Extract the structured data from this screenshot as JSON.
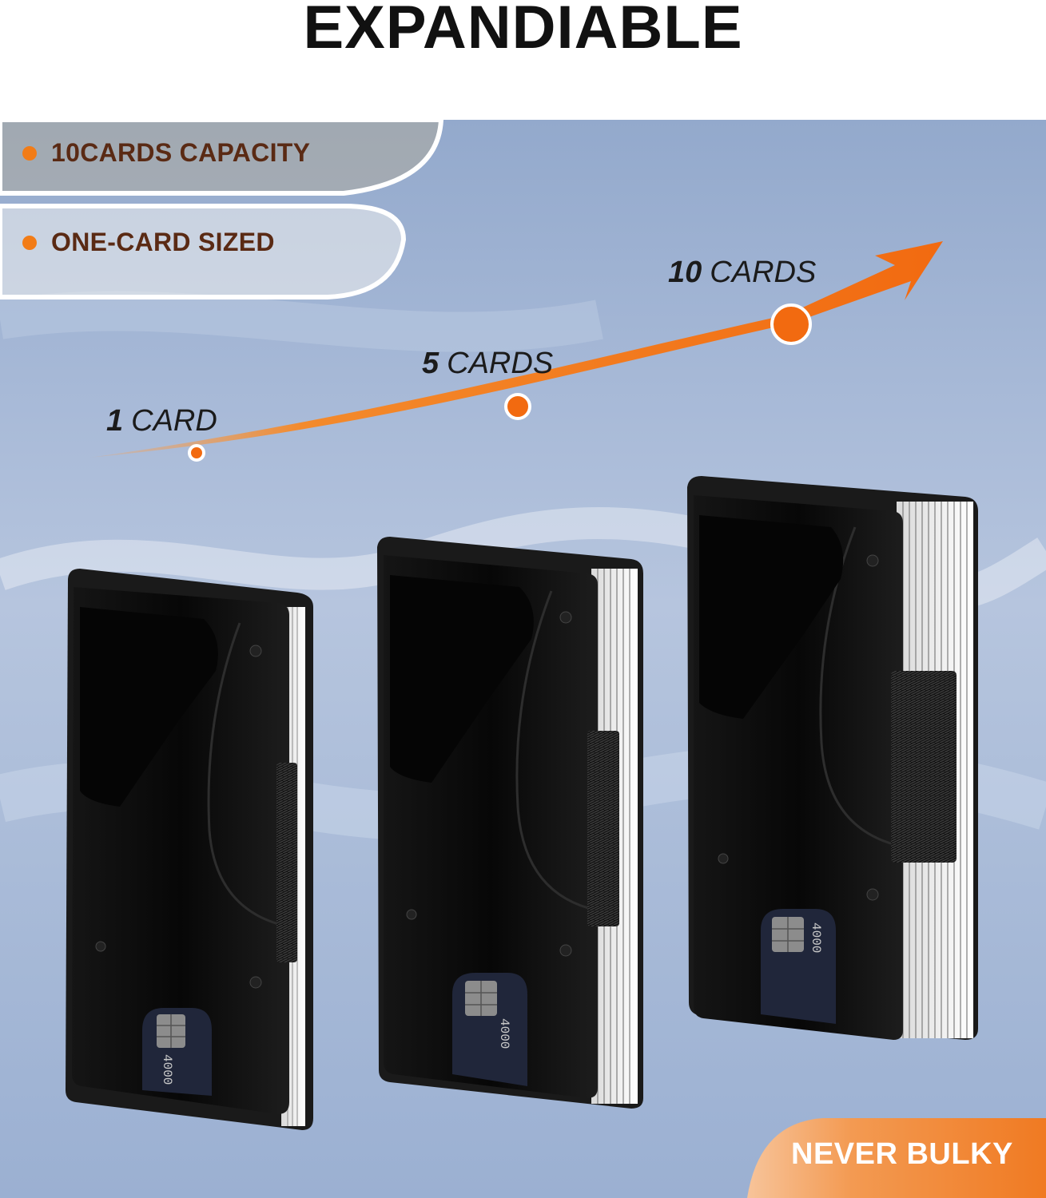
{
  "title": "EXPANDIABLE",
  "features": [
    {
      "label": "10CARDS CAPACITY"
    },
    {
      "label": "ONE-CARD SIZED"
    }
  ],
  "milestones": [
    {
      "count": "1",
      "unit": "CARD"
    },
    {
      "count": "5",
      "unit": "CARDS"
    },
    {
      "count": "10",
      "unit": "CARDS"
    }
  ],
  "badge": "NEVER BULKY",
  "card_number_fragment": "4000",
  "colors": {
    "accent_orange": "#f27c17",
    "feature_text": "#5a2a14",
    "wallet_black": "#0b0b0b",
    "background_blue": "#a7b9d7"
  }
}
